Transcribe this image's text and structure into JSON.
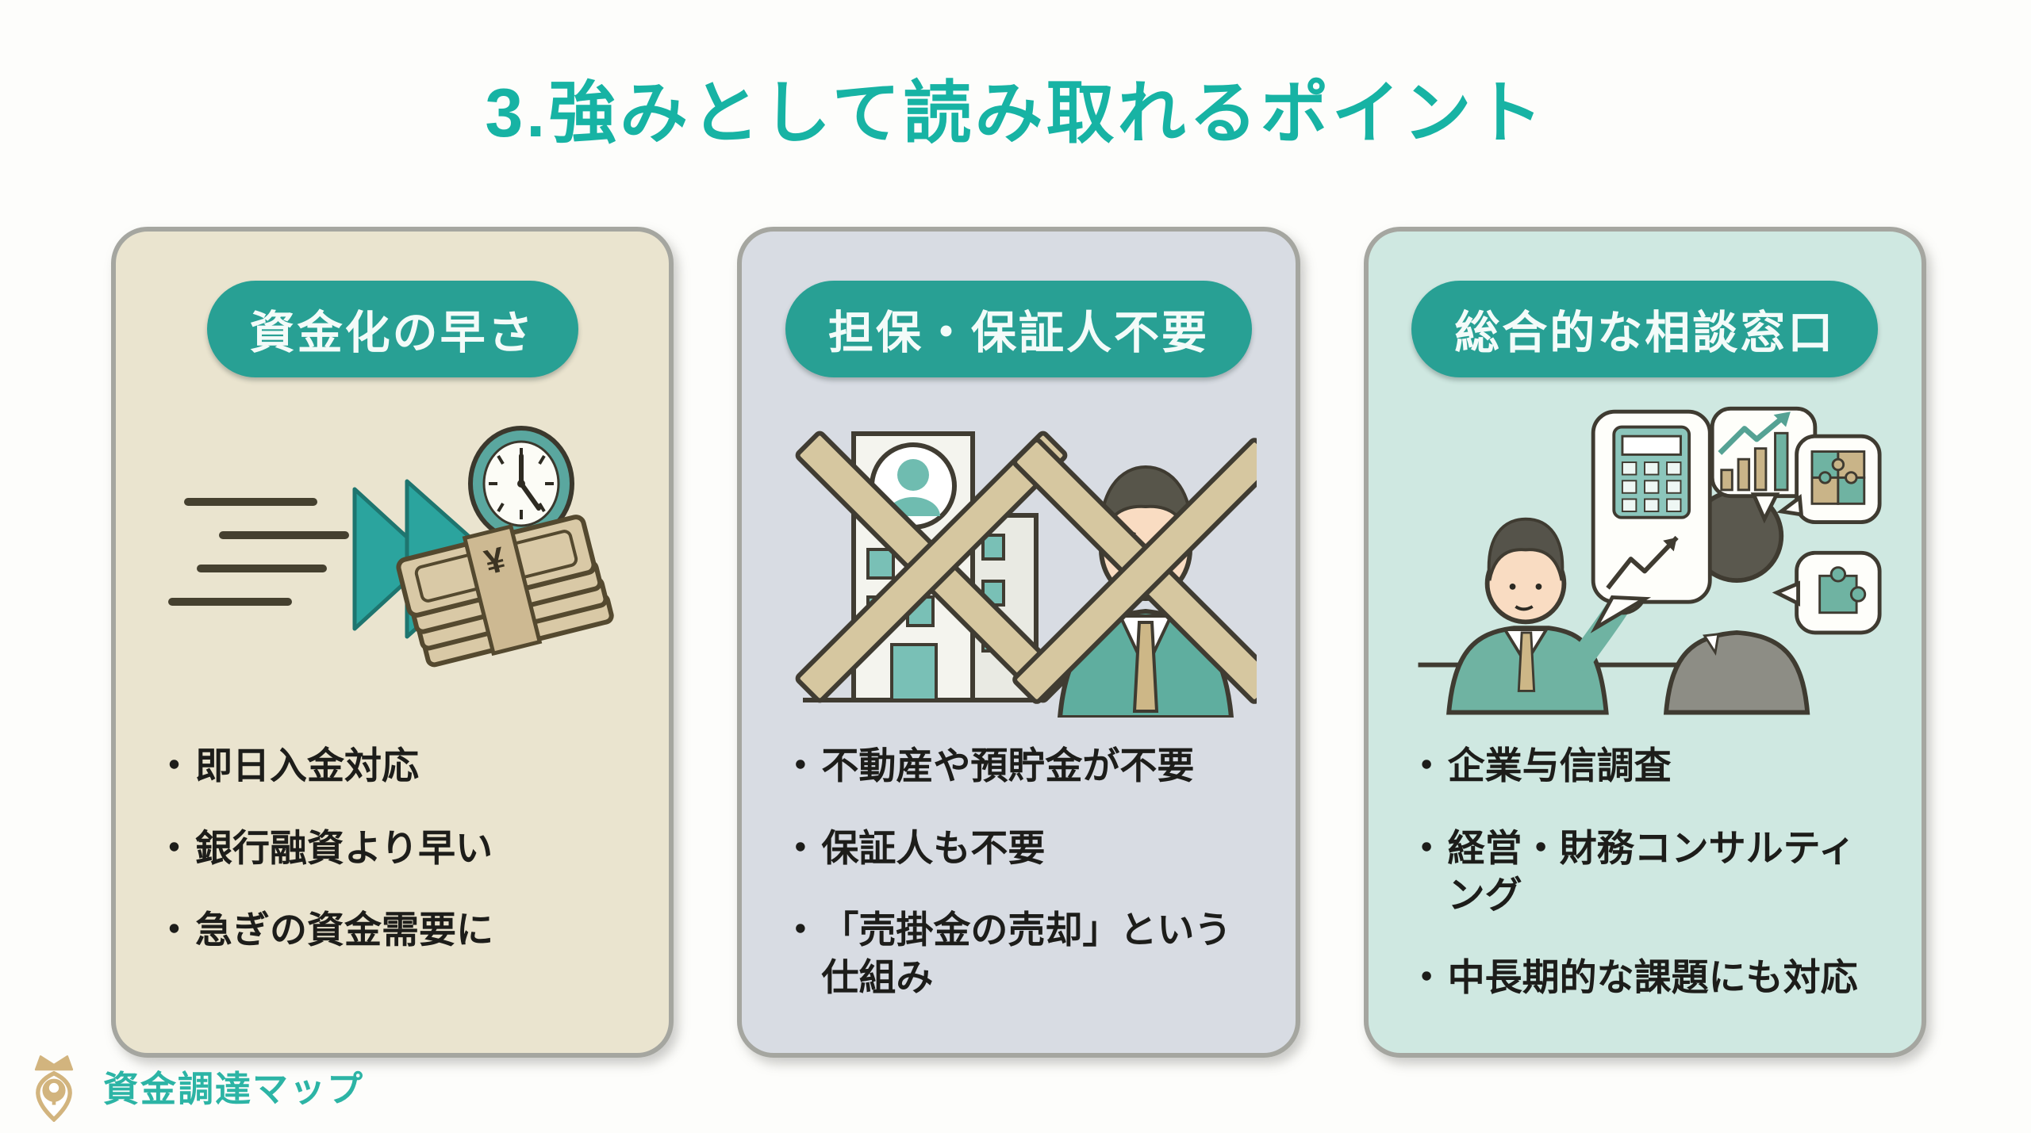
{
  "page": {
    "title": "3.強みとして読み取れるポイント"
  },
  "ui": {
    "bullet_marker": "・",
    "yen_mark": "¥"
  },
  "colors": {
    "title_teal": "#17b3a4",
    "pill_teal": "#28a094",
    "card_speed_bg": "#eae4cf",
    "card_no_collateral_bg": "#d8dce3",
    "card_consultation_bg": "#cfe8e1",
    "card_border_gray": "#a5a6a0",
    "bullet_text": "#1d1d1a",
    "illustration_teal": "#4fa99e",
    "illustration_tan": "#d6c7a0",
    "brand_gold": "#d2b47e",
    "brand_teal": "#2cb4a5"
  },
  "cards": [
    {
      "header": "資金化の早さ",
      "illustration": "speed-money",
      "bullets": [
        "即日入金対応",
        "銀行融資より早い",
        "急ぎの資金需要に"
      ]
    },
    {
      "header": "担保・保証人不要",
      "illustration": "no-collateral-no-guarantor",
      "bullets": [
        "不動産や預貯金が不要",
        "保証人も不要",
        "「売掛金の売却」という仕組み"
      ]
    },
    {
      "header": "総合的な相談窓口",
      "illustration": "consultation-desk",
      "bullets": [
        "企業与信調査",
        "経営・財務コンサルティング",
        "中長期的な課題にも対応"
      ]
    }
  ],
  "brand": {
    "name": "資金調達マップ"
  }
}
